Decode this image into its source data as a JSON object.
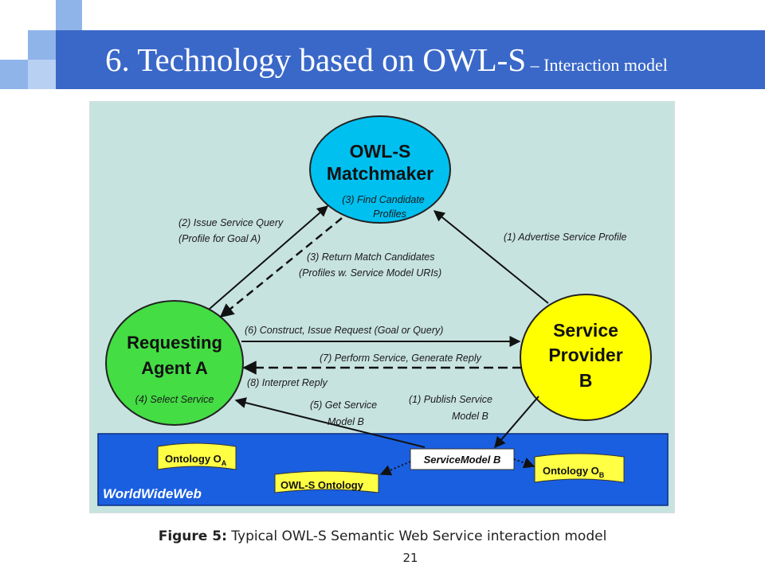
{
  "slide": {
    "title_main": "6. Technology based on OWL-S",
    "title_sub": " – Interaction model",
    "page_number": "21"
  },
  "caption": {
    "label": "Figure 5:",
    "text": " Typical OWL-S Semantic Web Service interaction model"
  },
  "colors": {
    "title_bar": "#3a68c8",
    "diagram_background": "#c7e3e0",
    "matchmaker_fill": "#00c0f0",
    "agent_fill": "#44dd44",
    "provider_fill": "#ffff00",
    "web_fill": "#1a5fe0",
    "ontology_fill": "#ffff44"
  },
  "diagram": {
    "matchmaker": {
      "name_line1": "OWL-S",
      "name_line2": "Matchmaker",
      "sub_line1": "(3) Find Candidate",
      "sub_line2": "Profiles"
    },
    "agent": {
      "name_line1": "Requesting",
      "name_line2": "Agent A",
      "sub": "(4) Select Service"
    },
    "provider": {
      "name_line1": "Service",
      "name_line2": "Provider",
      "name_line3": "B"
    },
    "web": {
      "label": "WorldWideWeb",
      "ontology_a": "Ontology O",
      "ontology_a_sub": "A",
      "ontology_b": "Ontology O",
      "ontology_b_sub": "B",
      "owls_ontology": "OWL-S Ontology",
      "service_model": "ServiceModel B"
    },
    "labels": {
      "issue_query_1": "(2) Issue Service Query",
      "issue_query_2": "(Profile for Goal A)",
      "return_match_1": "(3) Return Match Candidates",
      "return_match_2": "(Profiles w. Service Model URIs)",
      "advertise": "(1) Advertise Service Profile",
      "construct_request": "(6) Construct, Issue Request (Goal or Query)",
      "perform_service": "(7) Perform Service, Generate Reply",
      "interpret_reply": "(8) Interpret Reply",
      "get_model_1": "(5) Get Service",
      "get_model_2": "Model B",
      "publish_1": "(1)   Publish Service",
      "publish_2": "Model B"
    }
  }
}
